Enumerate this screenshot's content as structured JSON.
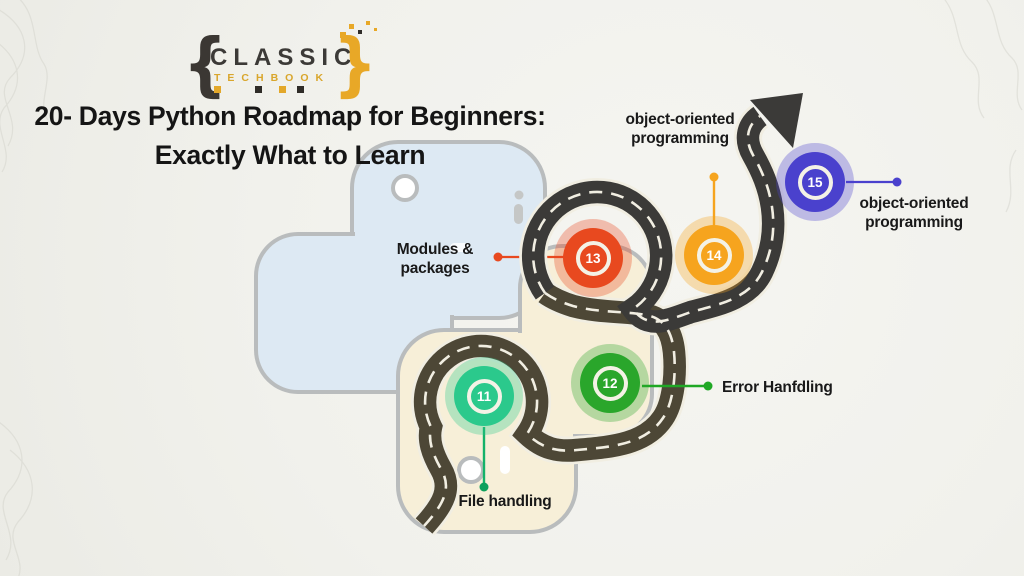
{
  "brand": {
    "brace_left": "{",
    "name": "CLASSIC",
    "subtitle": "TECHBOOK",
    "brace_right": "}",
    "gold": "#e8a827",
    "dark": "#3b3733"
  },
  "title": {
    "line1": "20- Days Python Roadmap for Beginners:",
    "line2": "Exactly What to Learn"
  },
  "milestones": [
    {
      "num": "11",
      "label_lines": [
        "File handling"
      ],
      "color": "#2bc98c",
      "line_color": "#14b269"
    },
    {
      "num": "12",
      "label_lines": [
        "Error Hanfdling"
      ],
      "color": "#2aa62b",
      "line_color": "#1fa824"
    },
    {
      "num": "13",
      "label_lines": [
        "Modules &",
        "packages"
      ],
      "color": "#e8491f",
      "line_color": "#e8491f"
    },
    {
      "num": "14",
      "label_lines": [
        "object-oriented",
        "programming"
      ],
      "color": "#f6a41e",
      "line_color": "#f6a41e"
    },
    {
      "num": "15",
      "label_lines": [
        "object-oriented",
        "programming"
      ],
      "color": "#4a41cd",
      "line_color": "#4a41cd"
    }
  ],
  "road": {
    "asphalt_color": "#3b3a38",
    "asphalt_olive_color": "#4d4736",
    "edge_color": "#f1eee2",
    "dash_color": "#f1eee2"
  },
  "python_logo": {
    "blue": "#dde9f3",
    "cream": "#f7efd8",
    "outline": "#b9bcbd"
  }
}
